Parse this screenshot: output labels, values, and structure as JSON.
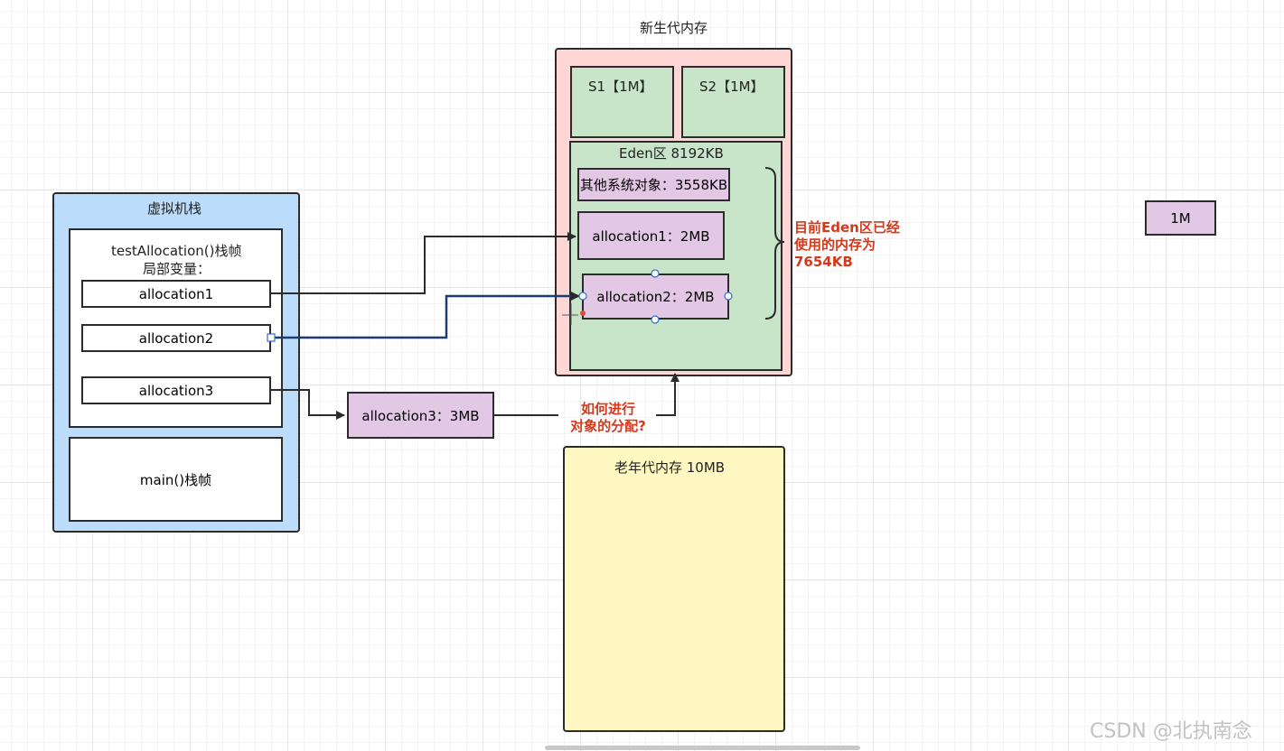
{
  "young_gen": {
    "title": "新生代内存",
    "s1": "S1【1M】",
    "s2": "S2【1M】",
    "eden_title": "Eden区 8192KB",
    "other_objects": "其他系统对象：3558KB",
    "allocation1": "allocation1：2MB",
    "allocation2": "allocation2：2MB"
  },
  "eden_note": [
    "目前Eden区已经",
    "使用的内存为",
    "7654KB"
  ],
  "jvm_stack": {
    "title": "虚拟机栈",
    "frame_title": "testAllocation()栈帧",
    "locals_label": "局部变量：",
    "vars": [
      "allocation1",
      "allocation2",
      "allocation3"
    ],
    "main_frame": "main()栈帧"
  },
  "allocation3_object": "allocation3：3MB",
  "question": [
    "如何进行",
    "对象的分配?"
  ],
  "old_gen": {
    "title": "老年代内存 10MB"
  },
  "standalone_block": "1M",
  "watermark": "CSDN @北执南念",
  "colors": {
    "young_gen_fill": "#ffd6d6",
    "survivor_fill": "#c9e5c9",
    "object_fill": "#e3c8e6",
    "stack_fill": "#bcdcfb",
    "old_gen_fill": "#fff8c2",
    "annotation_red": "#d23a1d"
  }
}
